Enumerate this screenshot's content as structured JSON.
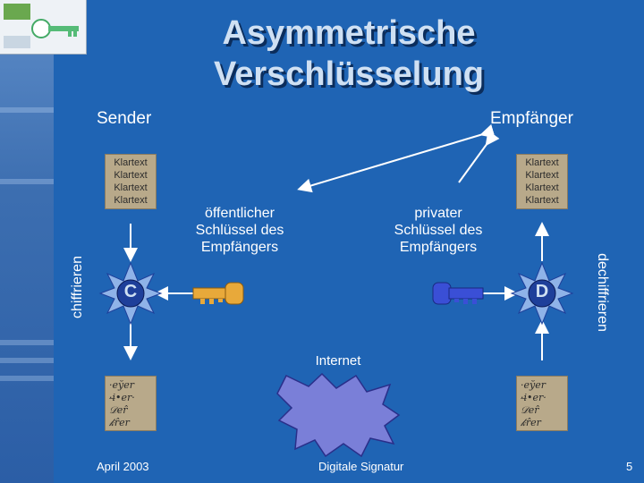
{
  "title_line1": "Asymmetrische",
  "title_line2": "Verschlüsselung",
  "sender_label": "Sender",
  "receiver_label": "Empfänger",
  "cleartext_left": [
    "Klartext",
    "Klartext",
    "Klartext",
    "Klartext"
  ],
  "cleartext_right": [
    "Klartext",
    "Klartext",
    "Klartext",
    "Klartext"
  ],
  "public_key_label": [
    "öffentlicher",
    "Schlüssel des",
    "Empfängers"
  ],
  "private_key_label": [
    "privater",
    "Schlüssel des",
    "Empfängers"
  ],
  "encrypt_label": "chiffrieren",
  "decrypt_label": "dechiffrieren",
  "encrypt_node": "C",
  "decrypt_node": "D",
  "channel_label": "Internet",
  "cipher_left": "·e‌y̆er\n·i̶•er·\n𝒟er̂\n𝓀r̂er",
  "cipher_right": "·e‌y̆er\n·i̶•er·\n𝒟er̂\n𝓀r̂er",
  "footer": {
    "date": "April 2003",
    "topic": "Digitale Signatur",
    "page": "5"
  },
  "colors": {
    "background": "#1f64b4",
    "public_key": "#e8a93a",
    "private_key": "#3a4fd6",
    "node": "#1e3f9a",
    "arrow": "#ffffff",
    "cloud": "#7a7fd8"
  },
  "icons": [
    "gold-key-icon",
    "blue-key-icon",
    "star-node-icon",
    "cloud-icon"
  ]
}
